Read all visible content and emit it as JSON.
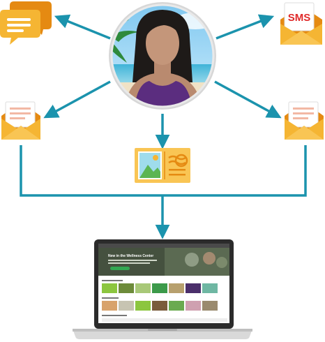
{
  "diagram": {
    "center_node": {
      "name": "customer-avatar",
      "icon": "person-avatar-icon"
    },
    "channels": [
      {
        "id": "chat",
        "icon": "chat-bubbles-icon"
      },
      {
        "id": "sms",
        "icon": "sms-envelope-icon",
        "label": "SMS"
      },
      {
        "id": "email-left",
        "icon": "open-envelope-icon"
      },
      {
        "id": "email-right",
        "icon": "open-envelope-icon"
      },
      {
        "id": "postcard",
        "icon": "postcard-icon"
      }
    ],
    "destination": {
      "name": "laptop-website",
      "icon": "laptop-icon",
      "screen": {
        "hero_title": "New in the Wellness Center"
      }
    },
    "colors": {
      "arrow": "#1b93ad",
      "orange": "#f5a623",
      "orange_dark": "#e58a12",
      "green": "#33a852",
      "sms_red": "#e02a2a",
      "laptop_frame": "#2b2b2b",
      "laptop_base": "#d9d9d9"
    }
  }
}
